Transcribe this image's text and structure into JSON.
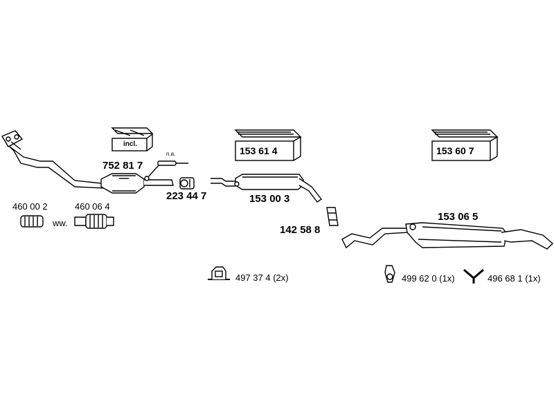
{
  "parts": {
    "cat": "752 81 7",
    "cat_incl": "incl.",
    "sensor_note": "n.a.",
    "clamp_223": "223 44 7",
    "mid_box": "153 61 4",
    "mid_silencer": "153 00 3",
    "clamp_142": "142 58 8",
    "rear_box": "153 60 7",
    "rear_silencer": "153 06 5",
    "flex_a": "460 00 2",
    "flex_b": "460 06 4",
    "flex_alt": "ww.",
    "mount_a": "497 37 4  (2x)",
    "mount_b": "499 62 0  (1x)",
    "mount_c": "496 68 1  (1x)"
  }
}
